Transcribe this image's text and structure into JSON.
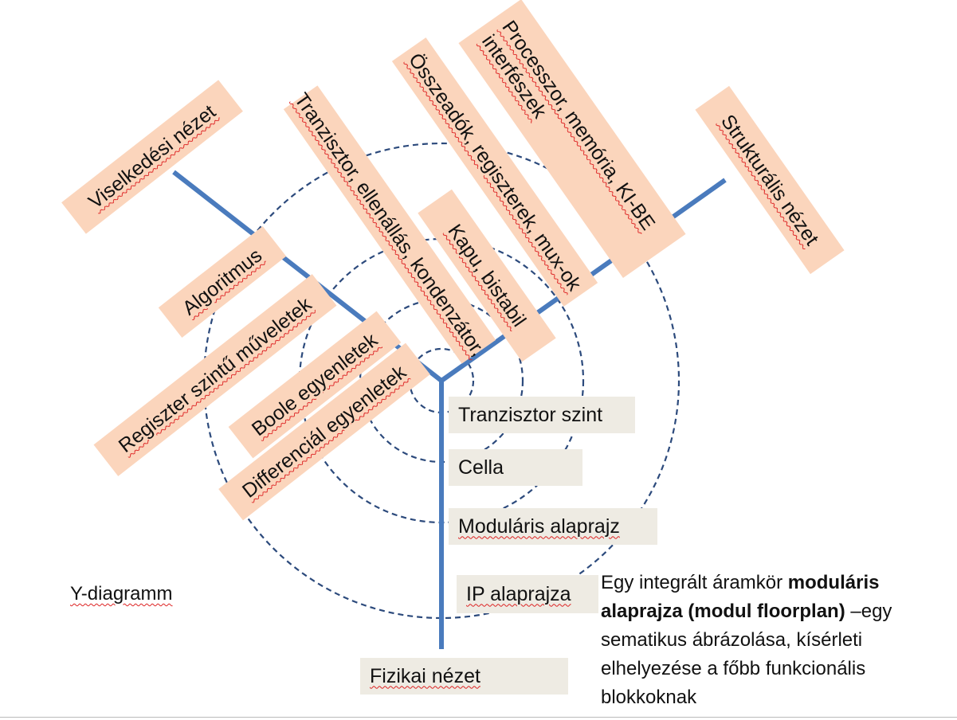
{
  "diagram": {
    "title": "Y-diagramm",
    "colors": {
      "axis": "#4a7bbd",
      "circle": "#2c4a7c",
      "peach_box": "#fbd5bc",
      "grey_box": "#eeebe3"
    },
    "axes": {
      "behavioral": "Viselkedési nézet",
      "structural": "Strukturális nézet",
      "physical": "Fizikai nézet"
    },
    "behavioral_levels": [
      "Algoritmus",
      "Regiszter szintű műveletek",
      "Boole egyenletek",
      "Differenciál egyenletek"
    ],
    "structural_levels": [
      "Tranzisztor, ellenállás, kondenzátor,",
      "Kapu, bistabil",
      "Összeadók, regiszterek, mux-ok",
      "Processzor, memória, KI-BE",
      "interfészek"
    ],
    "physical_levels": [
      "Tranzisztor szint",
      "Cella",
      "Moduláris alaprajz",
      "IP alaprajza"
    ],
    "description": {
      "text_before": "Egy integrált áramkör ",
      "bold": "moduláris alaprajza (modul floorplan)",
      "text_after": "  –egy sematikus ábrázolása, kísérleti elhelyezése a főbb funkcionális blokkoknak"
    }
  }
}
